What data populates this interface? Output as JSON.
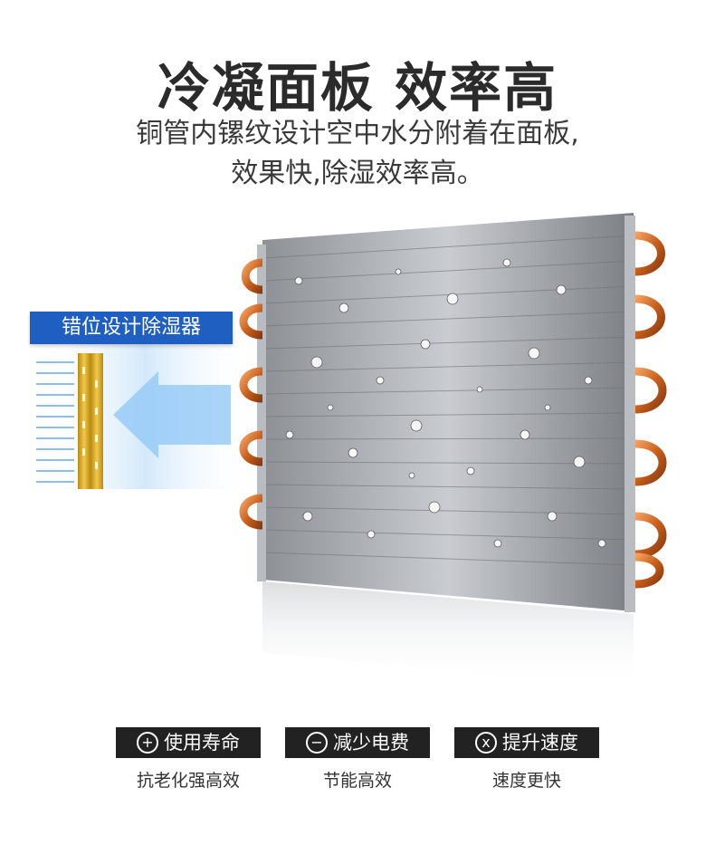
{
  "heading": {
    "title": "冷凝面板  效率高",
    "subtitle_line1": "铜管内镙纹设计空中水分附着在面板,",
    "subtitle_line2": "效果快,除湿效率高。"
  },
  "callout": {
    "label": "错位设计除湿器"
  },
  "features": [
    {
      "icon": "plus-circle-icon",
      "glyph": "+",
      "label": "使用寿命",
      "desc": "抗老化强高效"
    },
    {
      "icon": "minus-circle-icon",
      "glyph": "−",
      "label": "减少电费",
      "desc": "节能高效"
    },
    {
      "icon": "x-circle-icon",
      "glyph": "x",
      "label": "提升速度",
      "desc": "速度更快"
    }
  ],
  "colors": {
    "accent_blue": "#1f5fc2",
    "copper": "#d9772a",
    "badge_bg": "#222222"
  }
}
